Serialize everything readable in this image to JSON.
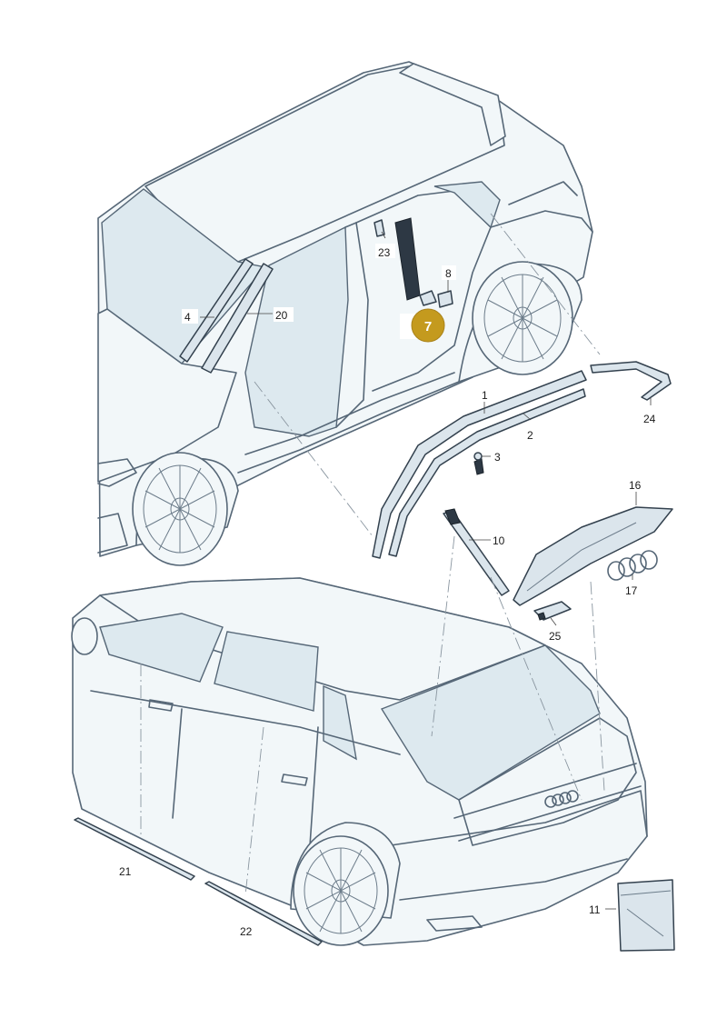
{
  "callouts": [
    {
      "id": "c1",
      "text": "1"
    },
    {
      "id": "c2",
      "text": "2"
    },
    {
      "id": "c3",
      "text": "3"
    },
    {
      "id": "c4",
      "text": "4"
    },
    {
      "id": "c7",
      "text": "7"
    },
    {
      "id": "c8",
      "text": "8"
    },
    {
      "id": "c10",
      "text": "10"
    },
    {
      "id": "c11",
      "text": "11"
    },
    {
      "id": "c16",
      "text": "16"
    },
    {
      "id": "c17",
      "text": "17"
    },
    {
      "id": "c20",
      "text": "20"
    },
    {
      "id": "c21",
      "text": "21"
    },
    {
      "id": "c22",
      "text": "22"
    },
    {
      "id": "c23",
      "text": "23"
    },
    {
      "id": "c24",
      "text": "24"
    },
    {
      "id": "c25",
      "text": "25"
    }
  ],
  "highlight": {
    "callout": "7",
    "color": "#c49a1e"
  },
  "colors": {
    "outline": "#566777",
    "body_fill": "#f2f7f9",
    "glass_fill": "#dde9ef",
    "part_fill": "#dbe5ec"
  }
}
